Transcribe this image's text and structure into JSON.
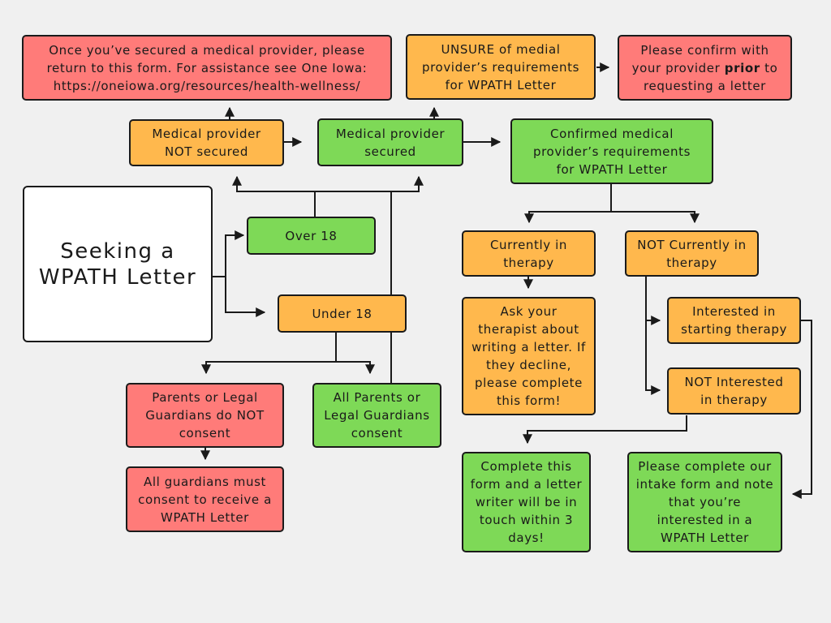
{
  "title": {
    "line1": "Seeking a",
    "line2": "WPATH Letter"
  },
  "nodes": {
    "provider_not_secured_info": "Once you’ve secured a medical provider, please return to this form. For assistance see One Iowa: https://oneiowa.org/resources/health-wellness/",
    "unsure_requirements": "UNSURE of medial provider’s requirements for WPATH Letter",
    "confirm_with_provider": {
      "before": "Please confirm with your provider ",
      "emphasis": "prior",
      "after": " to requesting a letter"
    },
    "provider_not_secured": "Medical provider NOT secured",
    "provider_secured": "Medical provider secured",
    "confirmed_requirements": "Confirmed medical provider’s requirements for WPATH Letter",
    "over_18": "Over 18",
    "under_18": "Under 18",
    "currently_in_therapy": "Currently in therapy",
    "not_currently_in_therapy": "NOT Currently in therapy",
    "ask_therapist": "Ask your therapist about writing a letter. If they decline, please complete this form!",
    "interested_in_therapy": "Interested in starting therapy",
    "not_interested_in_therapy": "NOT Interested in therapy",
    "guardians_no_consent": "Parents or Legal Guardians do NOT consent",
    "guardians_consent": "All Parents or Legal Guardians consent",
    "all_guardians_must_consent": "All guardians must consent to receive a WPATH Letter",
    "complete_form_letter_writer": "Complete this form and a letter writer will be in touch within 3 days!",
    "complete_intake_form": "Please complete our intake form and note that you’re interested in a WPATH Letter"
  },
  "colors": {
    "red": "#ff7b79",
    "orange": "#ffb84d",
    "green": "#7ed957",
    "white": "#ffffff",
    "background": "#f0f0f0",
    "stroke": "#1a1a1a"
  }
}
